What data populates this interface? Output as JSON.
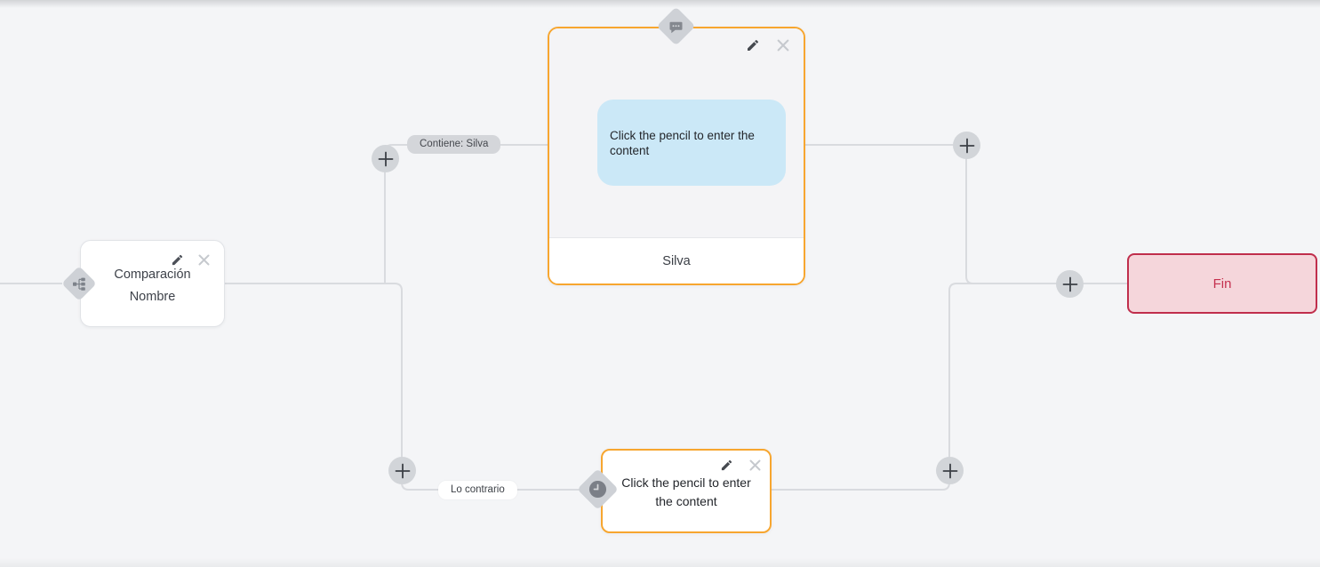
{
  "flow": {
    "condition_node": {
      "title": "Comparación",
      "subtitle": "Nombre"
    },
    "message_node": {
      "bubble_text": "Click the pencil to enter the content",
      "footer_label": "Silva"
    },
    "fallback_node": {
      "text": "Click the pencil to enter the content"
    },
    "end_node": {
      "label": "Fin"
    },
    "edges": {
      "match_label": "Contiene: Silva",
      "otherwise_label": "Lo contrario"
    }
  },
  "colors": {
    "canvas_bg": "#f4f5f7",
    "edge_line": "#d9dbdf",
    "accent_orange": "#f7a62f",
    "bubble_blue": "#cbe8f7",
    "end_bg": "#f5d6db",
    "end_border": "#c02e4c",
    "end_text": "#c5314f",
    "connector_diamond": "#ced1d6",
    "plus_button_bg": "#d2d5d9",
    "label_pill_gray": "#d4d6da"
  },
  "icons": {
    "pencil": "edit pencil glyph",
    "close": "x cross glyph",
    "plus": "plus glyph",
    "condition": "sitemap branch glyph",
    "message": "chat bubble with dots",
    "fallback": "clock glyph"
  }
}
